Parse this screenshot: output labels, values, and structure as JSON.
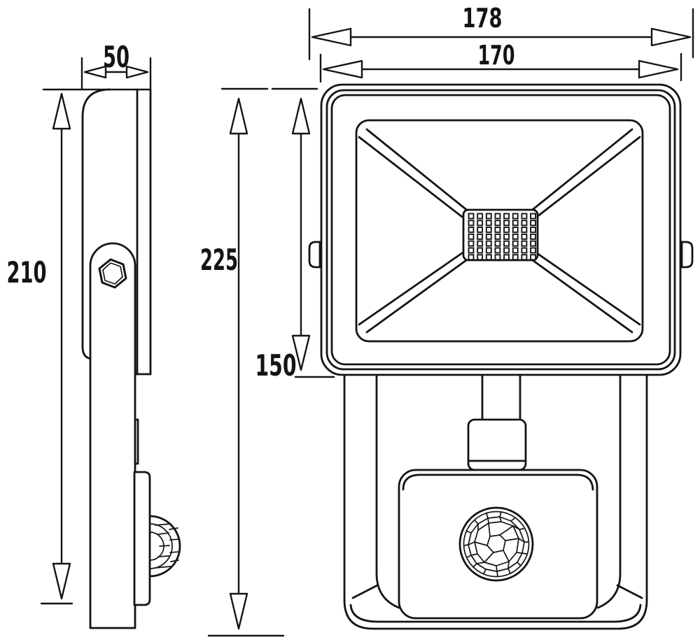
{
  "drawing": {
    "subject": "led-floodlight-with-pir-sensor",
    "views": {
      "side": "side-view",
      "front": "front-view"
    }
  },
  "dimensions": {
    "side": {
      "depth": "50",
      "height": "210"
    },
    "front": {
      "overall_height": "225",
      "head_height": "150",
      "overall_width": "178",
      "head_width": "170"
    }
  },
  "led_panel": {
    "columns": 8,
    "rows": 7
  },
  "colors": {
    "line": "#141414",
    "background": "#ffffff"
  }
}
